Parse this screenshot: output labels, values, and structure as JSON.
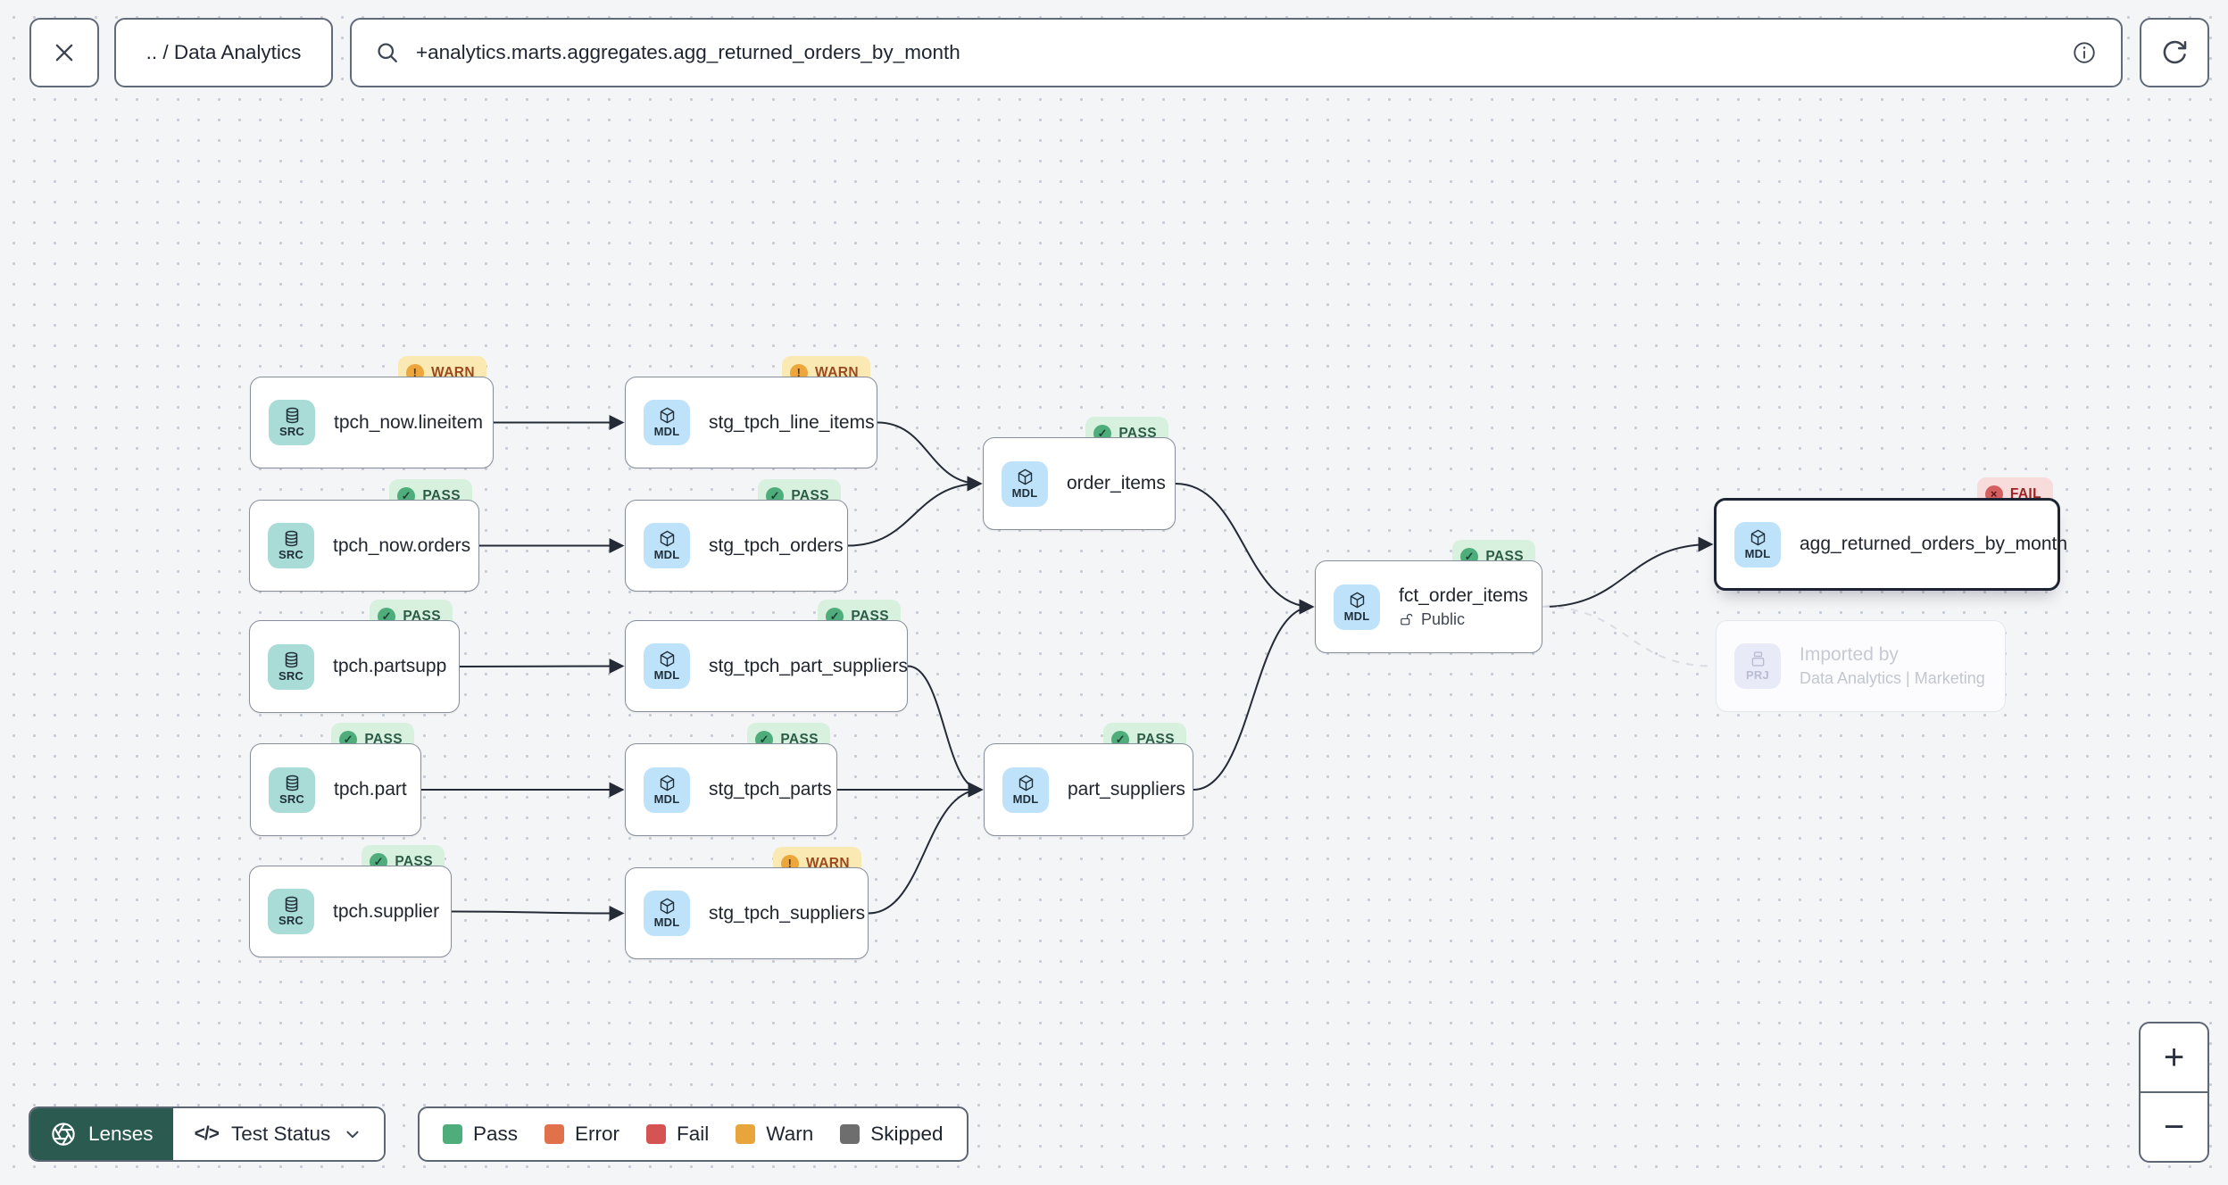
{
  "header": {
    "breadcrumb": ".. / Data Analytics",
    "search_value": "+analytics.marts.aggregates.agg_returned_orders_by_month"
  },
  "graph": {
    "nodes": [
      {
        "id": "tpch_now_lineitem",
        "label": "tpch_now.lineitem",
        "kind": "SRC",
        "icon": "database-icon",
        "status": "WARN"
      },
      {
        "id": "tpch_now_orders",
        "label": "tpch_now.orders",
        "kind": "SRC",
        "icon": "database-icon",
        "status": "PASS"
      },
      {
        "id": "tpch_partsupp",
        "label": "tpch.partsupp",
        "kind": "SRC",
        "icon": "database-icon",
        "status": "PASS"
      },
      {
        "id": "tpch_part",
        "label": "tpch.part",
        "kind": "SRC",
        "icon": "database-icon",
        "status": "PASS"
      },
      {
        "id": "tpch_supplier",
        "label": "tpch.supplier",
        "kind": "SRC",
        "icon": "database-icon",
        "status": "PASS"
      },
      {
        "id": "stg_tpch_line_items",
        "label": "stg_tpch_line_items",
        "kind": "MDL",
        "icon": "cube-icon",
        "status": "WARN"
      },
      {
        "id": "stg_tpch_orders",
        "label": "stg_tpch_orders",
        "kind": "MDL",
        "icon": "cube-icon",
        "status": "PASS"
      },
      {
        "id": "stg_tpch_part_suppliers",
        "label": "stg_tpch_part_suppliers",
        "kind": "MDL",
        "icon": "cube-icon",
        "status": "PASS"
      },
      {
        "id": "stg_tpch_parts",
        "label": "stg_tpch_parts",
        "kind": "MDL",
        "icon": "cube-icon",
        "status": "PASS"
      },
      {
        "id": "stg_tpch_suppliers",
        "label": "stg_tpch_suppliers",
        "kind": "MDL",
        "icon": "cube-icon",
        "status": "WARN"
      },
      {
        "id": "order_items",
        "label": "order_items",
        "kind": "MDL",
        "icon": "cube-icon",
        "status": "PASS"
      },
      {
        "id": "part_suppliers",
        "label": "part_suppliers",
        "kind": "MDL",
        "icon": "cube-icon",
        "status": "PASS"
      },
      {
        "id": "fct_order_items",
        "label": "fct_order_items",
        "kind": "MDL",
        "icon": "cube-icon",
        "status": "PASS",
        "sublabel": "Public",
        "sublabel_icon": "unlock-icon"
      },
      {
        "id": "agg_returned_orders_by_month",
        "label": "agg_returned_orders_by_month",
        "kind": "MDL",
        "icon": "cube-icon",
        "status": "FAIL",
        "selected": true
      },
      {
        "id": "imported_by_marketing",
        "label": "Imported by",
        "sublabel": "Data Analytics | Marketing",
        "kind": "PRJ",
        "icon": "project-icon",
        "ghost": true
      }
    ],
    "edges": [
      {
        "from": "tpch_now_lineitem",
        "to": "stg_tpch_line_items",
        "style": "solid"
      },
      {
        "from": "tpch_now_orders",
        "to": "stg_tpch_orders",
        "style": "solid"
      },
      {
        "from": "tpch_partsupp",
        "to": "stg_tpch_part_suppliers",
        "style": "solid"
      },
      {
        "from": "tpch_part",
        "to": "stg_tpch_parts",
        "style": "solid"
      },
      {
        "from": "tpch_supplier",
        "to": "stg_tpch_suppliers",
        "style": "solid"
      },
      {
        "from": "stg_tpch_line_items",
        "to": "order_items",
        "style": "solid"
      },
      {
        "from": "stg_tpch_orders",
        "to": "order_items",
        "style": "solid"
      },
      {
        "from": "stg_tpch_part_suppliers",
        "to": "part_suppliers",
        "style": "solid"
      },
      {
        "from": "stg_tpch_parts",
        "to": "part_suppliers",
        "style": "solid"
      },
      {
        "from": "stg_tpch_suppliers",
        "to": "part_suppliers",
        "style": "solid"
      },
      {
        "from": "order_items",
        "to": "fct_order_items",
        "style": "solid"
      },
      {
        "from": "part_suppliers",
        "to": "fct_order_items",
        "style": "solid"
      },
      {
        "from": "fct_order_items",
        "to": "agg_returned_orders_by_month",
        "style": "solid"
      },
      {
        "from": "fct_order_items",
        "to": "imported_by_marketing",
        "style": "dashed"
      }
    ]
  },
  "statuses": {
    "PASS": {
      "label": "PASS",
      "bg": "#d8f1de",
      "fg": "#2c5c48",
      "dot": "#4fad7c",
      "glyph": "✓",
      "glyph_color": "#1c4434"
    },
    "WARN": {
      "label": "WARN",
      "bg": "#fbe9b4",
      "fg": "#9a4a1e",
      "dot": "#eca63b",
      "glyph": "!",
      "glyph_color": "#5d3a0f"
    },
    "FAIL": {
      "label": "FAIL",
      "bg": "#f8dbdb",
      "fg": "#9d2222",
      "dot": "#d45f5f",
      "glyph": "×",
      "glyph_color": "#5a1313"
    }
  },
  "kind_styles": {
    "SRC": {
      "bg": "#a9dbd7",
      "fg": "#20303a"
    },
    "MDL": {
      "bg": "#bfe2fb",
      "fg": "#20303a"
    },
    "PRJ": {
      "bg": "#e8eaf8",
      "fg": "#b9bdd1"
    }
  },
  "footer": {
    "lenses_label": "Lenses",
    "lens_name": "Test Status",
    "legend": [
      {
        "label": "Pass",
        "color": "#4fad7c"
      },
      {
        "label": "Error",
        "color": "#e0714b"
      },
      {
        "label": "Fail",
        "color": "#d65353"
      },
      {
        "label": "Warn",
        "color": "#e7a53c"
      },
      {
        "label": "Skipped",
        "color": "#6e6e6e"
      }
    ]
  },
  "zoom": {
    "in_label": "+",
    "out_label": "−"
  }
}
